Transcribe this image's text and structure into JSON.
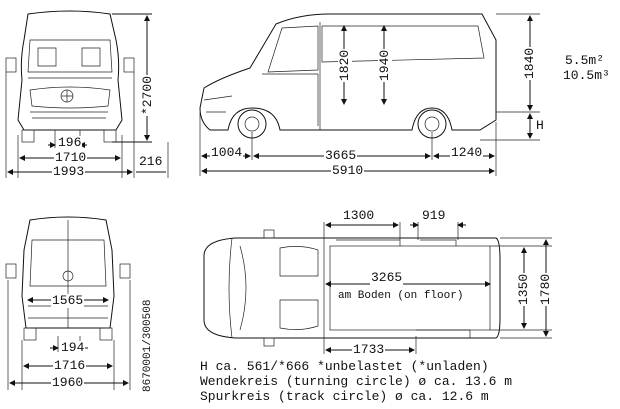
{
  "specs": {
    "volume_1": "5.5m²",
    "volume_2": "10.5m³"
  },
  "dimensions": {
    "total_height": "*2700",
    "base_width": "196",
    "track_width": "1710",
    "overall_width": "1993",
    "mirror_offset": "216",
    "interior_height_1": "1820",
    "interior_height_2": "1940",
    "side_height": "1840",
    "ground_marker": "H",
    "front_overhang": "1004",
    "wheelbase": "3665",
    "rear_overhang": "1240",
    "overall_length": "5910",
    "door_width": "1300",
    "rear_door_width": "919",
    "floor_length": "3265",
    "floor_caption": "am Boden (on floor)",
    "floor_width": "1350",
    "cargo_width": "1780",
    "side_door_width": "1733",
    "rear_track": "1565",
    "rear_base": "194",
    "rear_axle": "1716",
    "rear_overall": "1960",
    "drawing_number": "8670001/300508"
  },
  "notes": [
    "H ca. 561/*666   *unbelastet (*unladen)",
    "Wendekreis (turning circle) ø ca. 13.6 m",
    "Spurkreis (track circle) ø ca. 12.6 m"
  ]
}
